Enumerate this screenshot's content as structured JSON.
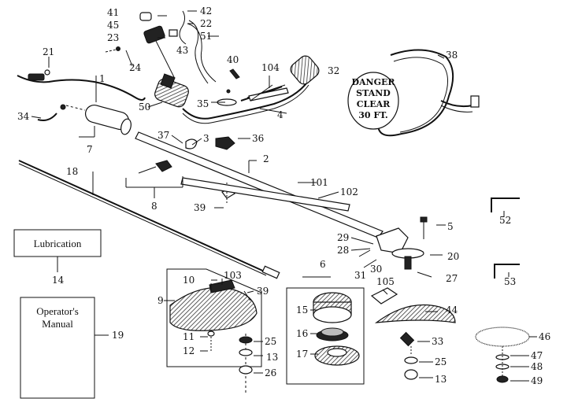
{
  "diagram": {
    "boxes": {
      "lubrication": "Lubrication",
      "manual_line1": "Operator's",
      "manual_line2": "Manual"
    },
    "decal_lines": [
      "DANGER",
      "STAND",
      "CLEAR",
      "30 FT."
    ],
    "callouts": {
      "p1": "1",
      "p2": "2",
      "p3": "3",
      "p4": "4",
      "p5": "5",
      "p6": "6",
      "p7": "7",
      "p8": "8",
      "p9": "9",
      "p10": "10",
      "p11": "11",
      "p12": "12",
      "p13a": "13",
      "p13b": "13",
      "p14": "14",
      "p15": "15",
      "p16": "16",
      "p17": "17",
      "p18": "18",
      "p19": "19",
      "p20": "20",
      "p21": "21",
      "p22": "22",
      "p23": "23",
      "p24": "24",
      "p25a": "25",
      "p25b": "25",
      "p26": "26",
      "p27": "27",
      "p28": "28",
      "p29": "29",
      "p30": "30",
      "p31": "31",
      "p32": "32",
      "p33": "33",
      "p34": "34",
      "p35": "35",
      "p36": "36",
      "p37": "37",
      "p38": "38",
      "p39a": "39",
      "p39b": "39",
      "p40": "40",
      "p41": "41",
      "p42": "42",
      "p43": "43",
      "p44": "44",
      "p45": "45",
      "p46": "46",
      "p47": "47",
      "p48": "48",
      "p49": "49",
      "p50": "50",
      "p51": "51",
      "p52": "52",
      "p53": "53",
      "p101": "101",
      "p102": "102",
      "p103": "103",
      "p104": "104",
      "p105": "105"
    }
  }
}
